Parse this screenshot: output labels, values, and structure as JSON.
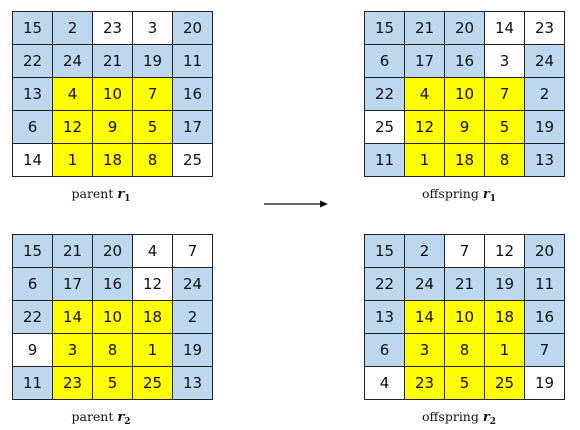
{
  "colors": {
    "blue": "#bdd7ee",
    "yellow": "#ffff00",
    "white": "#ffffff"
  },
  "arrow_icon": "right-arrow",
  "grids": [
    {
      "id": "parent1",
      "caption_word": "parent",
      "symbol": "r",
      "subscript": "1",
      "rows": [
        [
          {
            "v": "15",
            "c": "b"
          },
          {
            "v": "2",
            "c": "b"
          },
          {
            "v": "23",
            "c": "w"
          },
          {
            "v": "3",
            "c": "w"
          },
          {
            "v": "20",
            "c": "b"
          }
        ],
        [
          {
            "v": "22",
            "c": "b"
          },
          {
            "v": "24",
            "c": "b"
          },
          {
            "v": "21",
            "c": "b"
          },
          {
            "v": "19",
            "c": "b"
          },
          {
            "v": "11",
            "c": "b"
          }
        ],
        [
          {
            "v": "13",
            "c": "b"
          },
          {
            "v": "4",
            "c": "y"
          },
          {
            "v": "10",
            "c": "y"
          },
          {
            "v": "7",
            "c": "y"
          },
          {
            "v": "16",
            "c": "b"
          }
        ],
        [
          {
            "v": "6",
            "c": "b"
          },
          {
            "v": "12",
            "c": "y"
          },
          {
            "v": "9",
            "c": "y"
          },
          {
            "v": "5",
            "c": "y"
          },
          {
            "v": "17",
            "c": "b"
          }
        ],
        [
          {
            "v": "14",
            "c": "w"
          },
          {
            "v": "1",
            "c": "y"
          },
          {
            "v": "18",
            "c": "y"
          },
          {
            "v": "8",
            "c": "y"
          },
          {
            "v": "25",
            "c": "w"
          }
        ]
      ]
    },
    {
      "id": "offspring1",
      "caption_word": "offspring",
      "symbol": "r",
      "subscript": "1",
      "rows": [
        [
          {
            "v": "15",
            "c": "b"
          },
          {
            "v": "21",
            "c": "b"
          },
          {
            "v": "20",
            "c": "b"
          },
          {
            "v": "14",
            "c": "w"
          },
          {
            "v": "23",
            "c": "w"
          }
        ],
        [
          {
            "v": "6",
            "c": "b"
          },
          {
            "v": "17",
            "c": "b"
          },
          {
            "v": "16",
            "c": "b"
          },
          {
            "v": "3",
            "c": "w"
          },
          {
            "v": "24",
            "c": "b"
          }
        ],
        [
          {
            "v": "22",
            "c": "b"
          },
          {
            "v": "4",
            "c": "y"
          },
          {
            "v": "10",
            "c": "y"
          },
          {
            "v": "7",
            "c": "y"
          },
          {
            "v": "2",
            "c": "b"
          }
        ],
        [
          {
            "v": "25",
            "c": "w"
          },
          {
            "v": "12",
            "c": "y"
          },
          {
            "v": "9",
            "c": "y"
          },
          {
            "v": "5",
            "c": "y"
          },
          {
            "v": "19",
            "c": "b"
          }
        ],
        [
          {
            "v": "11",
            "c": "b"
          },
          {
            "v": "1",
            "c": "y"
          },
          {
            "v": "18",
            "c": "y"
          },
          {
            "v": "8",
            "c": "y"
          },
          {
            "v": "13",
            "c": "b"
          }
        ]
      ]
    },
    {
      "id": "parent2",
      "caption_word": "parent",
      "symbol": "r",
      "subscript": "2",
      "rows": [
        [
          {
            "v": "15",
            "c": "b"
          },
          {
            "v": "21",
            "c": "b"
          },
          {
            "v": "20",
            "c": "b"
          },
          {
            "v": "4",
            "c": "w"
          },
          {
            "v": "7",
            "c": "w"
          }
        ],
        [
          {
            "v": "6",
            "c": "b"
          },
          {
            "v": "17",
            "c": "b"
          },
          {
            "v": "16",
            "c": "b"
          },
          {
            "v": "12",
            "c": "w"
          },
          {
            "v": "24",
            "c": "b"
          }
        ],
        [
          {
            "v": "22",
            "c": "b"
          },
          {
            "v": "14",
            "c": "y"
          },
          {
            "v": "10",
            "c": "y"
          },
          {
            "v": "18",
            "c": "y"
          },
          {
            "v": "2",
            "c": "b"
          }
        ],
        [
          {
            "v": "9",
            "c": "w"
          },
          {
            "v": "3",
            "c": "y"
          },
          {
            "v": "8",
            "c": "y"
          },
          {
            "v": "1",
            "c": "y"
          },
          {
            "v": "19",
            "c": "b"
          }
        ],
        [
          {
            "v": "11",
            "c": "b"
          },
          {
            "v": "23",
            "c": "y"
          },
          {
            "v": "5",
            "c": "y"
          },
          {
            "v": "25",
            "c": "y"
          },
          {
            "v": "13",
            "c": "b"
          }
        ]
      ]
    },
    {
      "id": "offspring2",
      "caption_word": "offspring",
      "symbol": "r",
      "subscript": "2",
      "rows": [
        [
          {
            "v": "15",
            "c": "b"
          },
          {
            "v": "2",
            "c": "b"
          },
          {
            "v": "7",
            "c": "w"
          },
          {
            "v": "12",
            "c": "w"
          },
          {
            "v": "20",
            "c": "b"
          }
        ],
        [
          {
            "v": "22",
            "c": "b"
          },
          {
            "v": "24",
            "c": "b"
          },
          {
            "v": "21",
            "c": "b"
          },
          {
            "v": "19",
            "c": "b"
          },
          {
            "v": "11",
            "c": "b"
          }
        ],
        [
          {
            "v": "13",
            "c": "b"
          },
          {
            "v": "14",
            "c": "y"
          },
          {
            "v": "10",
            "c": "y"
          },
          {
            "v": "18",
            "c": "y"
          },
          {
            "v": "16",
            "c": "b"
          }
        ],
        [
          {
            "v": "6",
            "c": "b"
          },
          {
            "v": "3",
            "c": "y"
          },
          {
            "v": "8",
            "c": "y"
          },
          {
            "v": "1",
            "c": "y"
          },
          {
            "v": "7",
            "c": "b"
          }
        ],
        [
          {
            "v": "4",
            "c": "w"
          },
          {
            "v": "23",
            "c": "y"
          },
          {
            "v": "5",
            "c": "y"
          },
          {
            "v": "25",
            "c": "y"
          },
          {
            "v": "19",
            "c": "w"
          }
        ]
      ]
    }
  ]
}
